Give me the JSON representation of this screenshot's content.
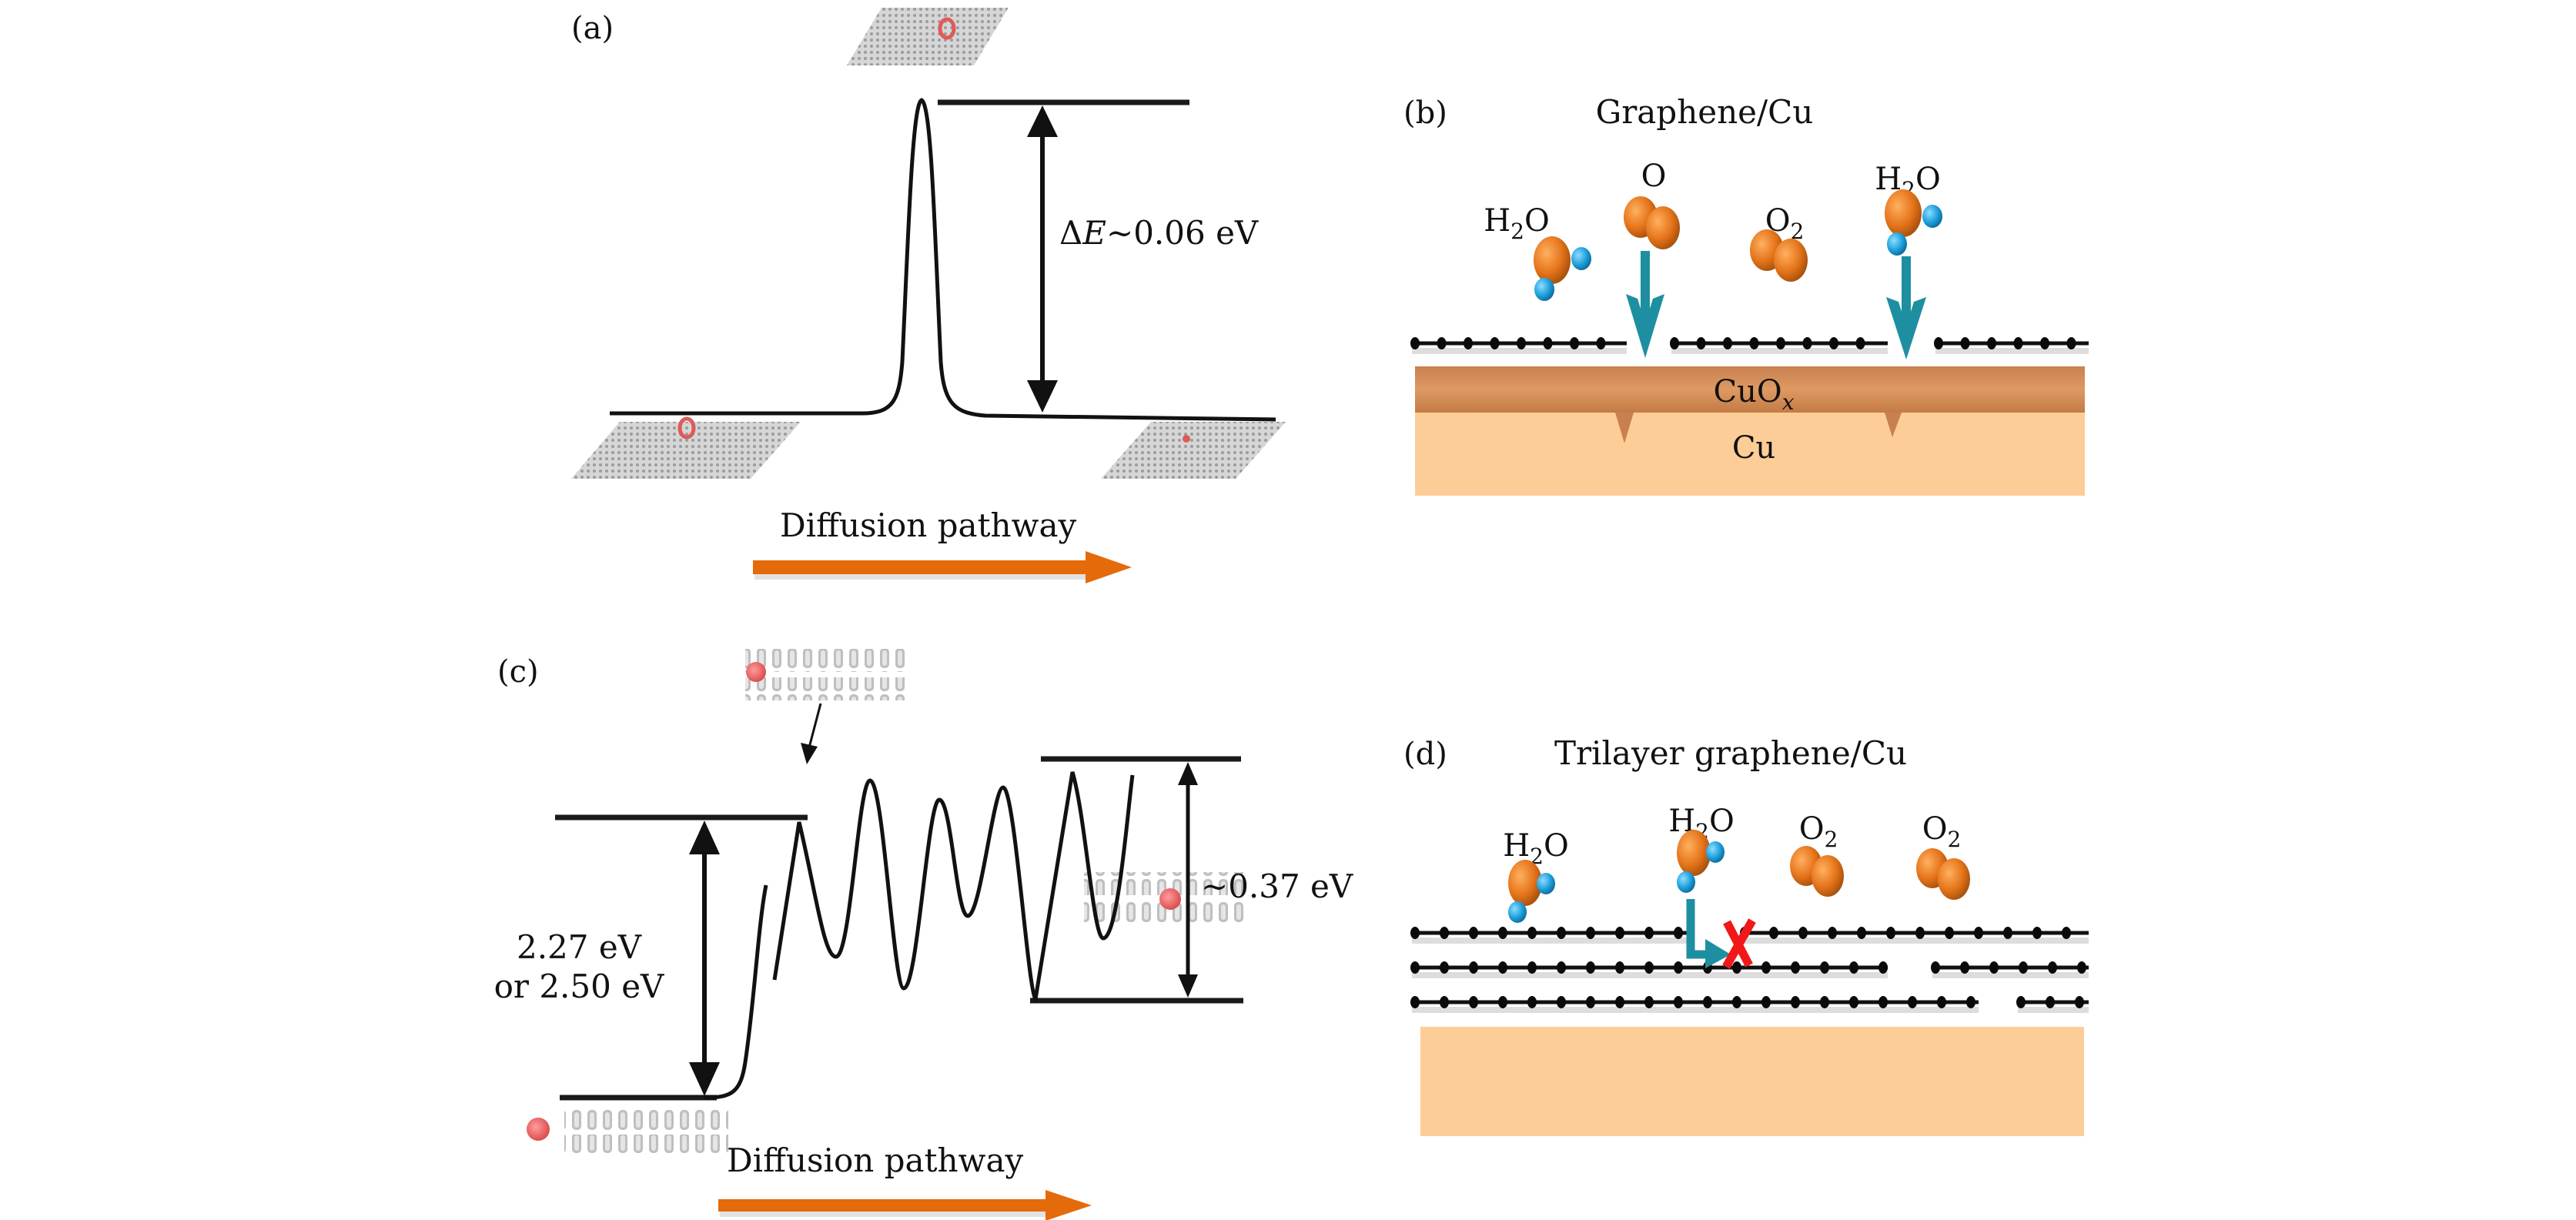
{
  "figure": {
    "panels": {
      "a": {
        "label": "(a)",
        "barrier_label_delta": "Δ",
        "barrier_label_E": "E",
        "barrier_label_rest": "~0.06 eV",
        "barrier_eV": 0.06,
        "xlabel": "Diffusion pathway"
      },
      "b": {
        "label": "(b)",
        "title": "Graphene/Cu",
        "species": [
          {
            "main": "H",
            "sub": "2",
            "tail": "O"
          },
          {
            "main": "O",
            "sub": "",
            "tail": ""
          },
          {
            "main": "O",
            "sub": "2",
            "tail": ""
          },
          {
            "main": "H",
            "sub": "2",
            "tail": "O"
          }
        ],
        "oxide_label_main": "CuO",
        "oxide_label_sub": "x",
        "substrate_label": "Cu"
      },
      "c": {
        "label": "(c)",
        "barrier_big_line1": "2.27 eV",
        "barrier_big_line2": "or 2.50 eV",
        "barrier_big_eV": [
          2.27,
          2.5
        ],
        "barrier_small_label": "~0.37 eV",
        "barrier_small_eV": 0.37,
        "xlabel": "Diffusion pathway"
      },
      "d": {
        "label": "(d)",
        "title": "Trilayer graphene/Cu",
        "species": [
          {
            "main": "H",
            "sub": "2",
            "tail": "O"
          },
          {
            "main": "H",
            "sub": "2",
            "tail": "O"
          },
          {
            "main": "O",
            "sub": "2",
            "tail": ""
          },
          {
            "main": "O",
            "sub": "2",
            "tail": ""
          }
        ]
      }
    },
    "colors": {
      "pathway_arrow": "#E56A0A",
      "teal_arrow": "#1E8FA0",
      "oxygen_atom": "#E07A1F",
      "hydrogen_atom": "#1EA0DC",
      "copper": "#FDCD98",
      "copper_oxide": "#D48B55",
      "blocked_x": "#F01818",
      "adatom": "#E05A5A"
    }
  }
}
